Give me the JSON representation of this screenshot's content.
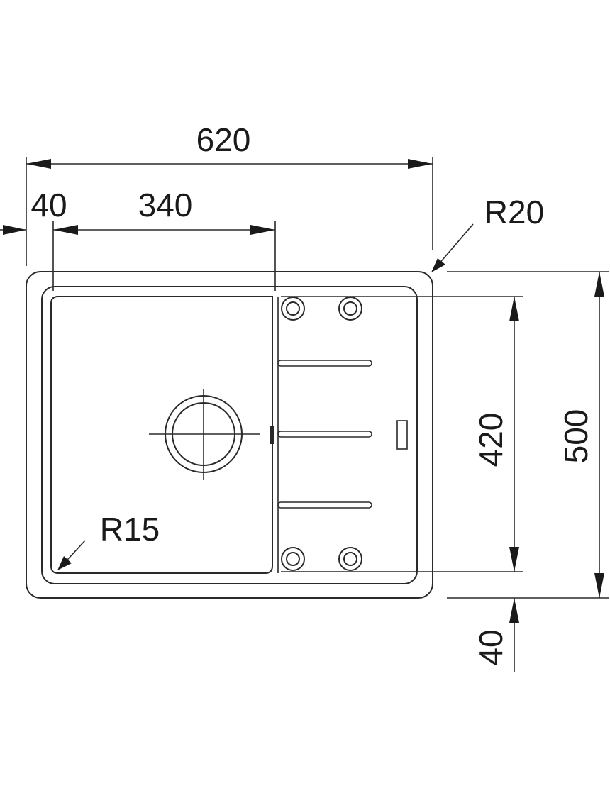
{
  "dimensions": {
    "total_width": "620",
    "left_margin": "40",
    "bowl_width": "340",
    "corner_radius_outer": "R20",
    "corner_radius_bowl": "R15",
    "inner_depth": "420",
    "total_depth": "500",
    "bottom_margin": "40"
  },
  "colors": {
    "line": "#2a2a2a",
    "text": "#1a1a1a",
    "background": "#ffffff"
  },
  "icons": {
    "drain": "drain-circle-icon",
    "tap_hole": "tap-hole-icon",
    "overflow": "overflow-slot-icon"
  }
}
